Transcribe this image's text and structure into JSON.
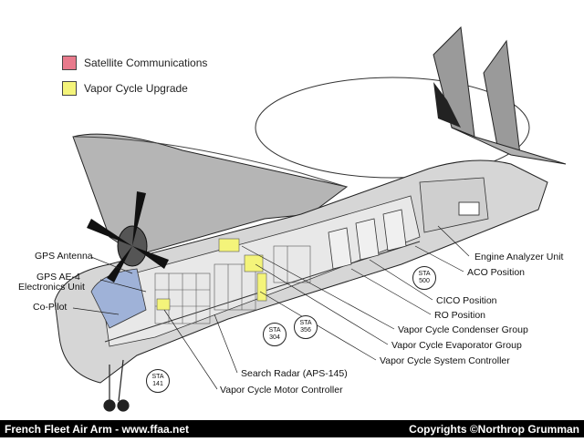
{
  "legend": [
    {
      "label": "Satellite Communications",
      "color": "#e87a8c"
    },
    {
      "label": "Vapor Cycle Upgrade",
      "color": "#f4f47a"
    }
  ],
  "left_labels": {
    "gps_antenna": "GPS Antenna",
    "gps_ae4_line1": "GPS AE-4",
    "gps_ae4_line2": "Electronics Unit",
    "co_pilot": "Co-Pilot"
  },
  "right_labels": {
    "engine_analyzer": "Engine Analyzer Unit",
    "aco_position": "ACO Position",
    "cico_position": "CICO Position",
    "ro_position": "RO Position",
    "vc_condenser": "Vapor Cycle Condenser Group",
    "vc_evaporator": "Vapor Cycle Evaporator Group",
    "vc_system_controller": "Vapor Cycle System Controller",
    "search_radar": "Search Radar (APS-145)",
    "vc_motor_controller": "Vapor Cycle Motor Controller"
  },
  "stations": [
    {
      "prefix": "STA",
      "number": "500"
    },
    {
      "prefix": "STA",
      "number": "304"
    },
    {
      "prefix": "STA",
      "number": "356"
    },
    {
      "prefix": "STA",
      "number": "141"
    }
  ],
  "footer": {
    "left": "French Fleet Air Arm - www.ffaa.net",
    "right": "Copyrights ©Northrop Grumman"
  },
  "colors": {
    "fuselage": "#d4d4d4",
    "wing": "#b8b8b8",
    "dark": "#2a2a2a",
    "satcom": "#e87a8c",
    "vapor": "#f4f47a"
  }
}
